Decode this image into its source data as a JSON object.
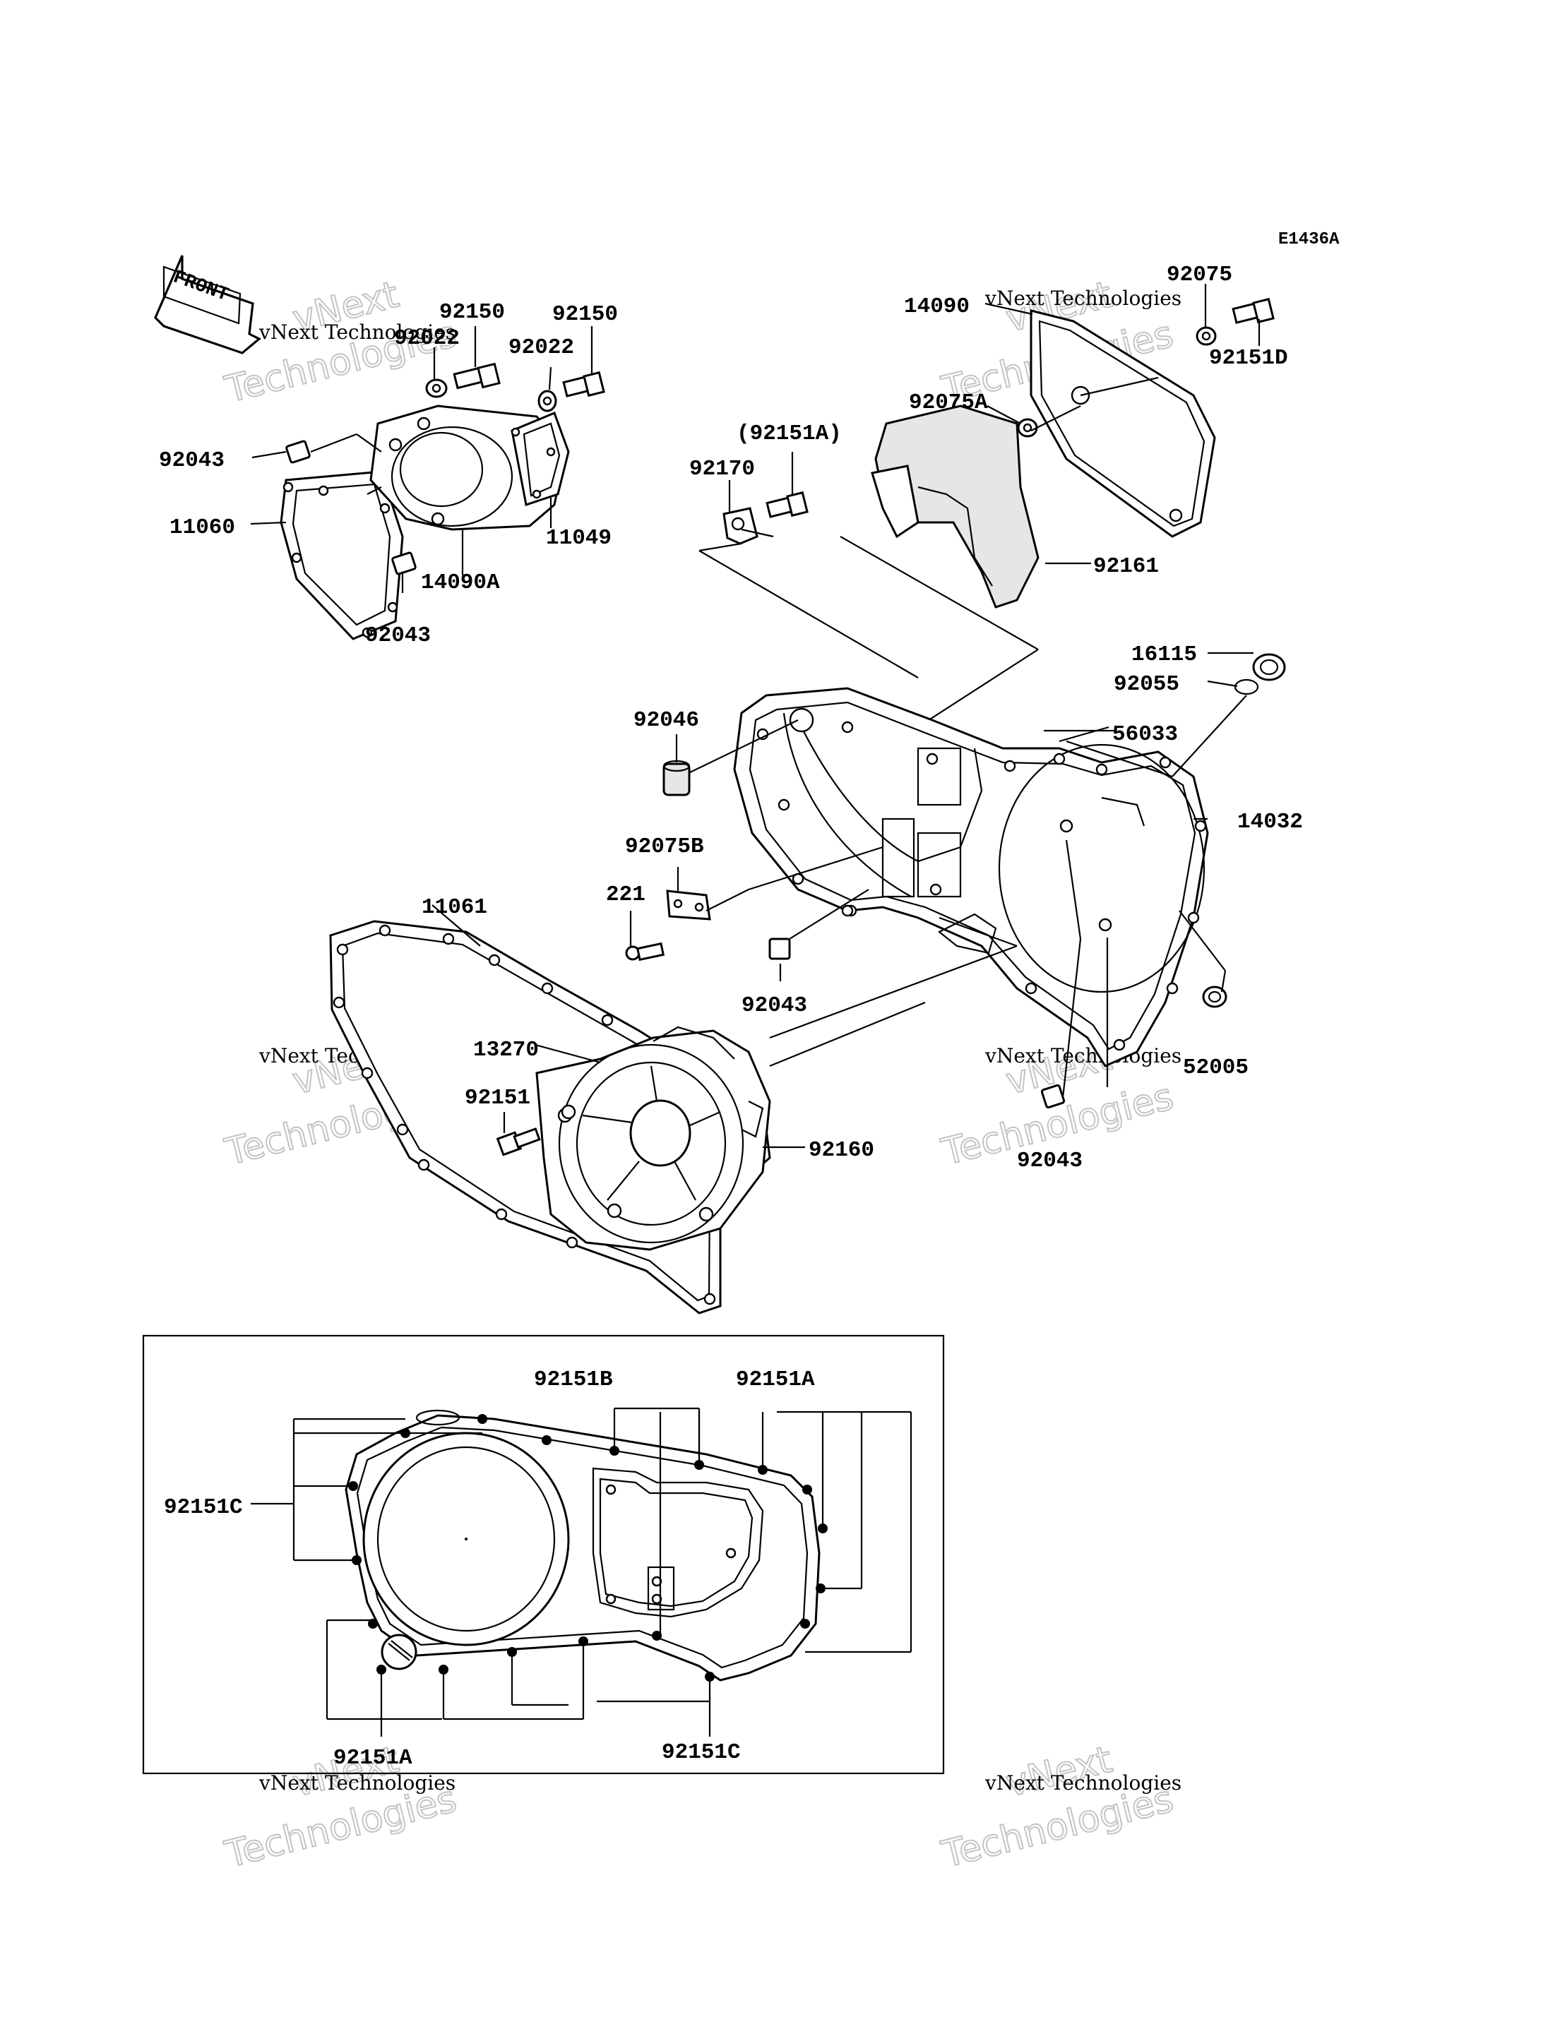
{
  "diagram_code": "E1436A",
  "front_arrow_label": "FRONT",
  "watermark": {
    "line": "vNext Technologies",
    "big_top": "vNext",
    "big_bottom": "Technologies"
  },
  "labels": {
    "p92150_a": "92150",
    "p92150_b": "92150",
    "p92022_a": "92022",
    "p92022_b": "92022",
    "p92043_a": "92043",
    "p11060": "11060",
    "p11049": "11049",
    "p14090A": "14090A",
    "p92043_b": "92043",
    "p92075": "92075",
    "p14090": "14090",
    "p92151D": "92151D",
    "p92075A": "92075A",
    "p92151A_paren": "(92151A)",
    "p92170": "92170",
    "p92161": "92161",
    "p16115": "16115",
    "p92055": "92055",
    "p92046": "92046",
    "p56033": "56033",
    "p14032": "14032",
    "p92075B": "92075B",
    "p221": "221",
    "p11061": "11061",
    "p92043_c": "92043",
    "p13270": "13270",
    "p92151": "92151",
    "p52005": "52005",
    "p92160": "92160",
    "p92043_d": "92043",
    "inset_92151B": "92151B",
    "inset_92151A_top": "92151A",
    "inset_92151C_left": "92151C",
    "inset_92151A_bottom": "92151A",
    "inset_92151C_bottom": "92151C"
  }
}
